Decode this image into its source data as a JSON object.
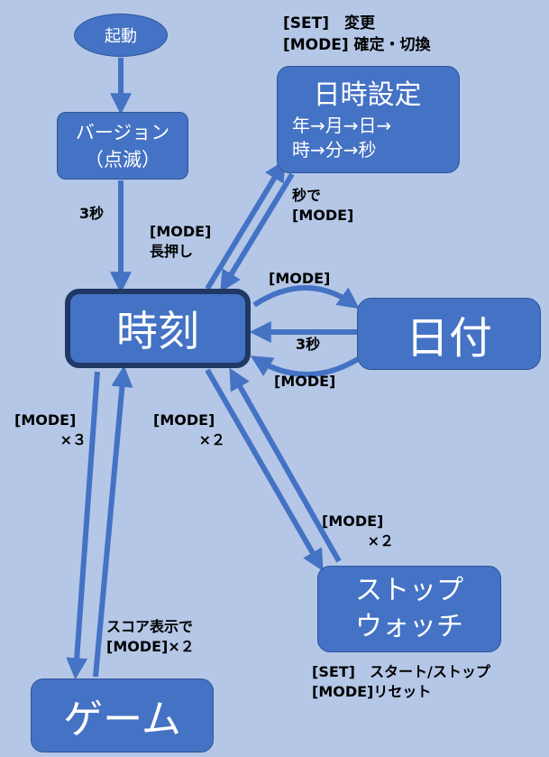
{
  "nodes": {
    "boot": "起動",
    "version_line1": "バージョン",
    "version_line2": "（点滅）",
    "clock": "時刻",
    "date": "日付",
    "set_title": "日時設定",
    "set_line1": "年→月→日→",
    "set_line2": "時→分→秒",
    "stopwatch_line1": "ストップ",
    "stopwatch_line2": "ウォッチ",
    "game": "ゲーム"
  },
  "labels": {
    "set_note1": "[SET]　変更",
    "set_note2": "[MODE] 確定・切換",
    "three_sec_boot": "3秒",
    "mode_long1": "[MODE]",
    "mode_long2": "長押し",
    "sec_mode1": "秒で",
    "sec_mode2": "[MODE]",
    "mode_to_date": "[MODE]",
    "three_sec_date": "3秒",
    "mode_from_date": "[MODE]",
    "mode_x3_1": "[MODE]",
    "mode_x3_2": "×３",
    "mode_x2_1": "[MODE]",
    "mode_x2_2": "×２",
    "mode_sw_1": "[MODE]",
    "mode_sw_2": "×２",
    "score_1": "スコア表示で",
    "score_2": "[MODE]×２",
    "sw_note1": "[SET]　スタート/ストップ",
    "sw_note2": "[MODE]リセット"
  },
  "colors": {
    "background": "#b4c7e7",
    "node_fill": "#4472c4",
    "arrow": "#4472c4",
    "clock_border": "#1f3864"
  }
}
